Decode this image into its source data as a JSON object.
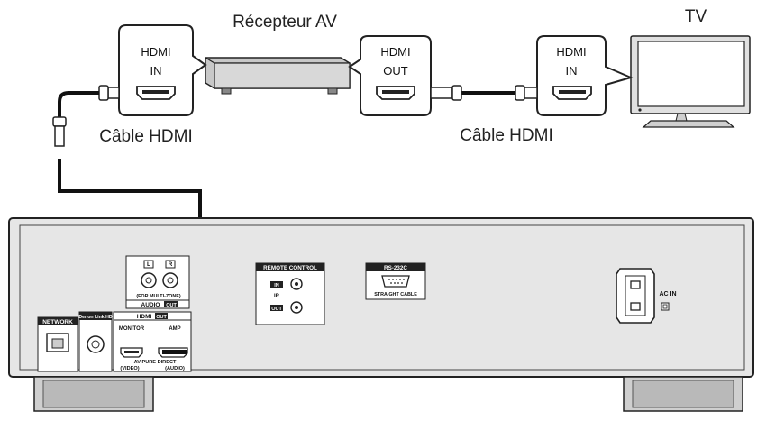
{
  "labels": {
    "av_receiver": "Récepteur AV",
    "tv": "TV",
    "cable_left": "Câble HDMI",
    "cable_right": "Câble HDMI"
  },
  "callouts": {
    "receiver_in": {
      "line1": "HDMI",
      "line2": "IN"
    },
    "receiver_out": {
      "line1": "HDMI",
      "line2": "OUT"
    },
    "tv_in": {
      "line1": "HDMI",
      "line2": "IN"
    }
  },
  "panel": {
    "network": "NETWORK",
    "denon_link": "Denon Link HD",
    "hdmi_header": "HDMI",
    "hdmi_out": "OUT",
    "monitor": "MONITOR",
    "amp": "AMP",
    "av_pure_direct": "AV PURE DIRECT",
    "video": "(VIDEO)",
    "audio_paren": "(AUDIO)",
    "audio_l": "L",
    "audio_r": "R",
    "for_multizone": "(FOR MULTI-ZONE)",
    "audio_out_header": "AUDIO",
    "audio_out_tag": "OUT",
    "remote_control": "REMOTE CONTROL",
    "rc_in": "IN",
    "rc_ir": "IR",
    "rc_out": "OUT",
    "rs232c": "RS-232C",
    "straight_cable": "STRAIGHT CABLE",
    "ac_in": "AC IN"
  }
}
